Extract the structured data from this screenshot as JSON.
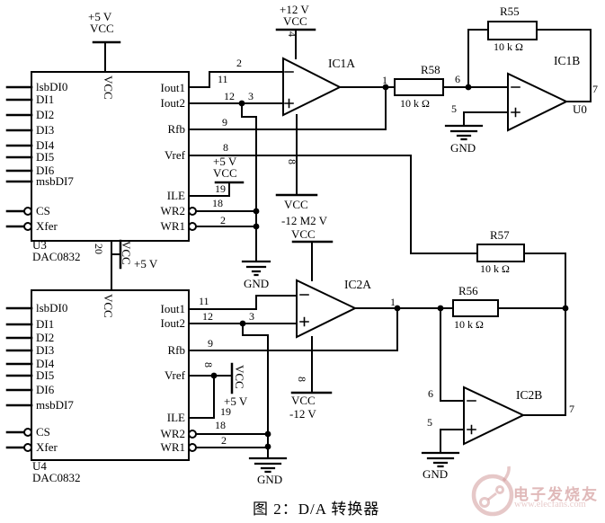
{
  "caption": "图 2：D/A 转换器",
  "gnd_label": "GND",
  "watermark": {
    "brand": "电子发烧友",
    "url": "www.elecfans.com"
  },
  "chips": {
    "u3": {
      "refdes": "U3",
      "part": "DAC0832",
      "internal_vcc": "VCC",
      "left_pins": [
        "lsbDI0",
        "DI1",
        "DI2",
        "DI3",
        "DI4",
        "DI5",
        "DI6",
        "msbDI7",
        "CS",
        "Xfer"
      ],
      "right_pins": [
        "Iout1",
        "Iout2",
        "Rfb",
        "Vref",
        "ILE",
        "WR2",
        "WR1"
      ],
      "top_power": {
        "voltage": "+5 V",
        "rail": "VCC"
      },
      "bottom_power": {
        "pin": "20",
        "rail": "VCC",
        "voltage": "+5 V"
      },
      "ile_power": {
        "voltage": "+5 V",
        "rail": "VCC"
      },
      "pin_numbers": {
        "iout1": "11",
        "iout2": "12",
        "rfb": "9",
        "vref": "8",
        "ile": "19",
        "wr2": "18",
        "wr1": "2"
      }
    },
    "u4": {
      "refdes": "U4",
      "part": "DAC0832",
      "internal_vcc": "VCC",
      "left_pins": [
        "lsbDI0",
        "DI1",
        "DI2",
        "DI3",
        "DI4",
        "DI5",
        "DI6",
        "msbDI7",
        "CS",
        "Xfer"
      ],
      "right_pins": [
        "Iout1",
        "Iout2",
        "Rfb",
        "Vref",
        "ILE",
        "WR2",
        "WR1"
      ],
      "vref_power": {
        "voltage": "+5 V",
        "rail": "VCC"
      },
      "pin_numbers": {
        "iout1": "11",
        "iout2": "12",
        "rfb": "9",
        "vref": "8",
        "ile": "19",
        "wr2": "18",
        "wr1": "2"
      }
    }
  },
  "opamps": {
    "ic1a": {
      "name": "IC1A",
      "inverting_pin": "2",
      "noninverting_pin": "3",
      "output_pin": "1",
      "pos_supply": {
        "voltage": "+12 V",
        "rail": "VCC",
        "pin": "4"
      },
      "neg_supply": {
        "rail": "VCC",
        "pin": "8"
      }
    },
    "ic1b": {
      "name": "IC1B",
      "inverting_pin": "6",
      "noninverting_pin": "5",
      "output_pin": "7",
      "output_net": "U0"
    },
    "ic2a": {
      "name": "IC2A",
      "noninverting_pin": "3",
      "output_pin": "1",
      "pos_supply": {
        "voltage": "-12 M2 V",
        "rail": "VCC"
      },
      "neg_supply": {
        "rail": "VCC",
        "voltage": "-12 V",
        "pin": "8"
      }
    },
    "ic2b": {
      "name": "IC2B",
      "inverting_pin": "6",
      "noninverting_pin": "5",
      "output_pin": "7"
    }
  },
  "resistors": {
    "r55": {
      "name": "R55",
      "value": "10 k Ω"
    },
    "r56": {
      "name": "R56",
      "value": "10 k Ω"
    },
    "r57": {
      "name": "R57",
      "value": "10 k Ω"
    },
    "r58": {
      "name": "R58",
      "value": "10 k Ω"
    }
  }
}
